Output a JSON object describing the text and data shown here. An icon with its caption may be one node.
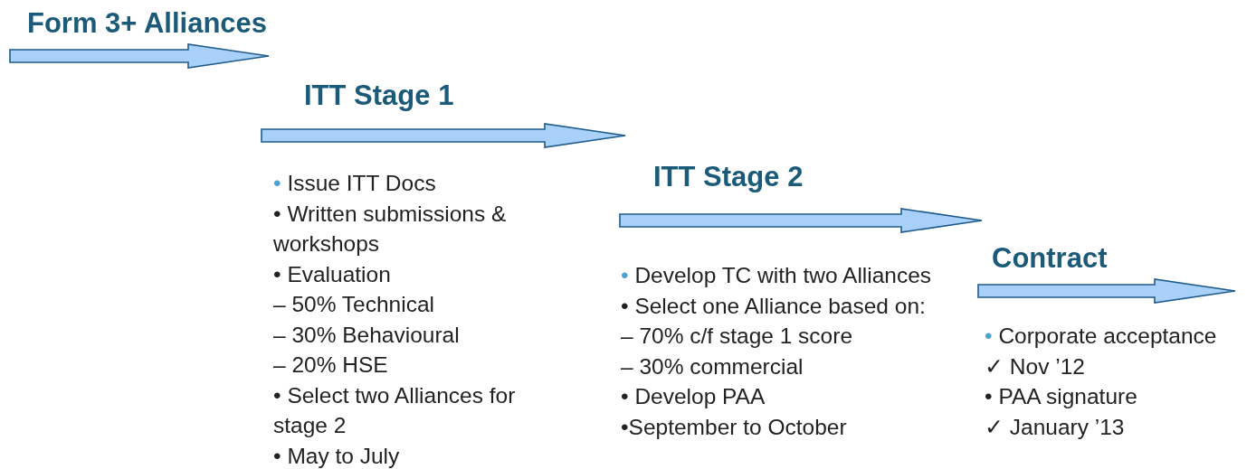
{
  "diagram": {
    "nodes": [
      {
        "text": [
          "Form 3+ Alliances"
        ]
      },
      {
        "text": [
          "ITT Stage 1"
        ],
        "beside": [
          "• Issue ITT Docs",
          "• Written submissions & workshops",
          "• Evaluation",
          "– 50% Technical",
          "– 30% Behavioural",
          "– 20% HSE",
          "• Select two Alliances for stage 2",
          "• May to July"
        ]
      },
      {
        "text": [
          "ITT Stage 2"
        ],
        "beside": [
          "• Develop TC with two Alliances",
          "• Select one Alliance based on:",
          "– 70% c/f stage 1 score",
          "– 30% commercial",
          "• Develop PAA",
          "•September to October"
        ]
      },
      {
        "text": [
          "Contract"
        ],
        "beside": [
          "• Corporate acceptance",
          "✓ Nov ’12",
          "• PAA signature",
          "✓ January ’13"
        ]
      }
    ]
  }
}
